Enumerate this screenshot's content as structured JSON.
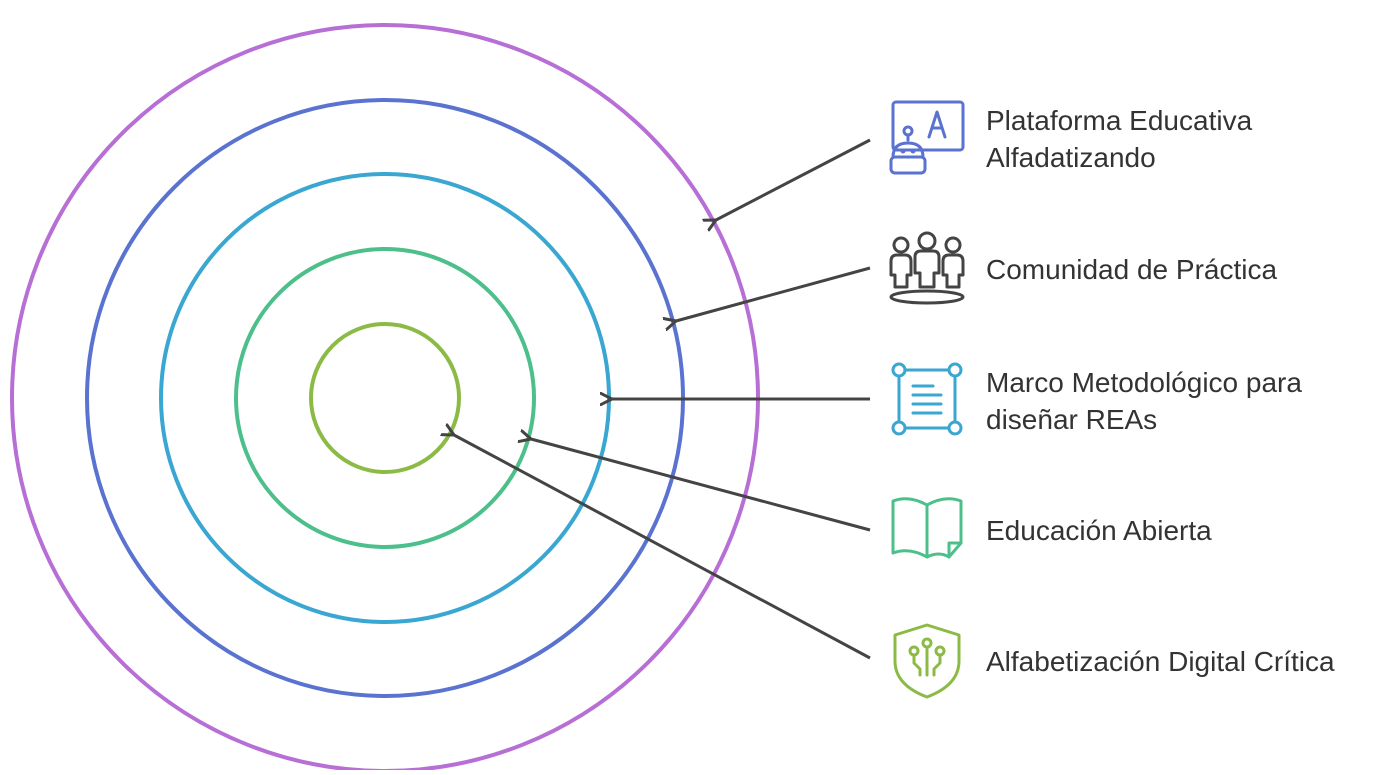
{
  "diagram": {
    "layers": [
      {
        "key": "plataforma",
        "lines": [
          "Plataforma Educativa",
          "Alfadatizando"
        ],
        "color": "#b76fd6",
        "icon": "tutor-screen-icon"
      },
      {
        "key": "comunidad",
        "lines": [
          "Comunidad de Práctica"
        ],
        "color": "#5a72d0",
        "icon": "community-icon"
      },
      {
        "key": "marco",
        "lines": [
          "Marco Metodológico para",
          "diseñar REAs"
        ],
        "color": "#3aa6d2",
        "icon": "document-frame-icon"
      },
      {
        "key": "educacion",
        "lines": [
          "Educación Abierta"
        ],
        "color": "#4cbf8a",
        "icon": "open-book-icon"
      },
      {
        "key": "alfabetizacion",
        "lines": [
          "Alfabetización Digital Crítica"
        ],
        "color": "#8cbb45",
        "icon": "circuit-shield-icon"
      }
    ],
    "arrow_color": "#444444"
  }
}
